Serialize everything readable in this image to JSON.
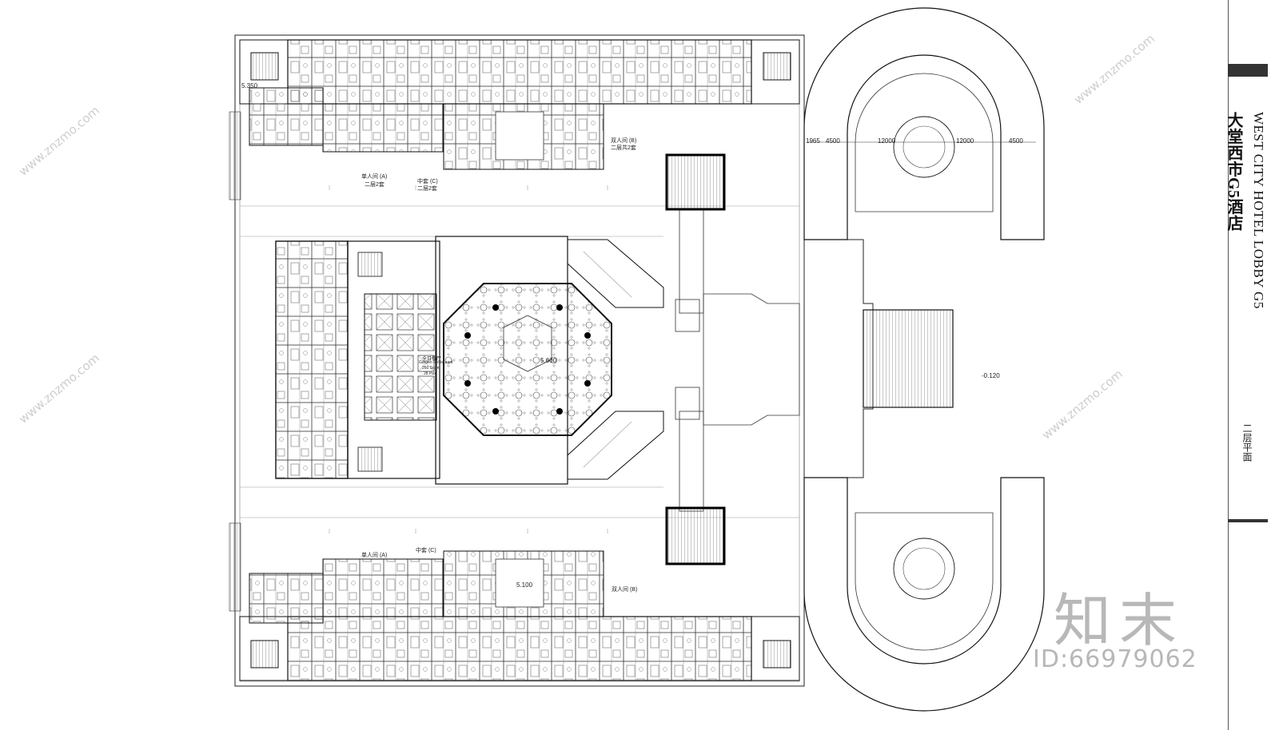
{
  "drawing": {
    "title_en": "WEST CITY HOTEL LOBBY G5",
    "title_zh": "大堂西市G5酒店",
    "sheet_name": "二层平面"
  },
  "room_labels": {
    "single_a_top": "单人间 (A)",
    "floor2_top": "二层2套",
    "suite_c_top": "中套 (C)",
    "floor2_top_b": "二层2套",
    "double_b_top": "双人间 (B)",
    "floor2_top_c": "二层共2套",
    "single_a_bottom": "单人间 (A)",
    "suite_c_bottom": "中套 (C)",
    "double_b_bottom": "双人间 (B)",
    "restaurant_title": "全日餐厅",
    "restaurant_en": "Garden Restaurant",
    "restaurant_area": "260 Sq.m",
    "restaurant_seats": "28 Pax"
  },
  "dimensions": {
    "d1": "1965",
    "d2": "4500",
    "d3": "12000",
    "d4": "12000",
    "d5": "4500",
    "level_top": "5.350",
    "level_lobby": "5.600",
    "level_right": "-0.120",
    "level_stair": "5.100"
  },
  "watermark": {
    "logo": "知末",
    "id": "ID:66979062",
    "site": "www.znzmo.com"
  }
}
